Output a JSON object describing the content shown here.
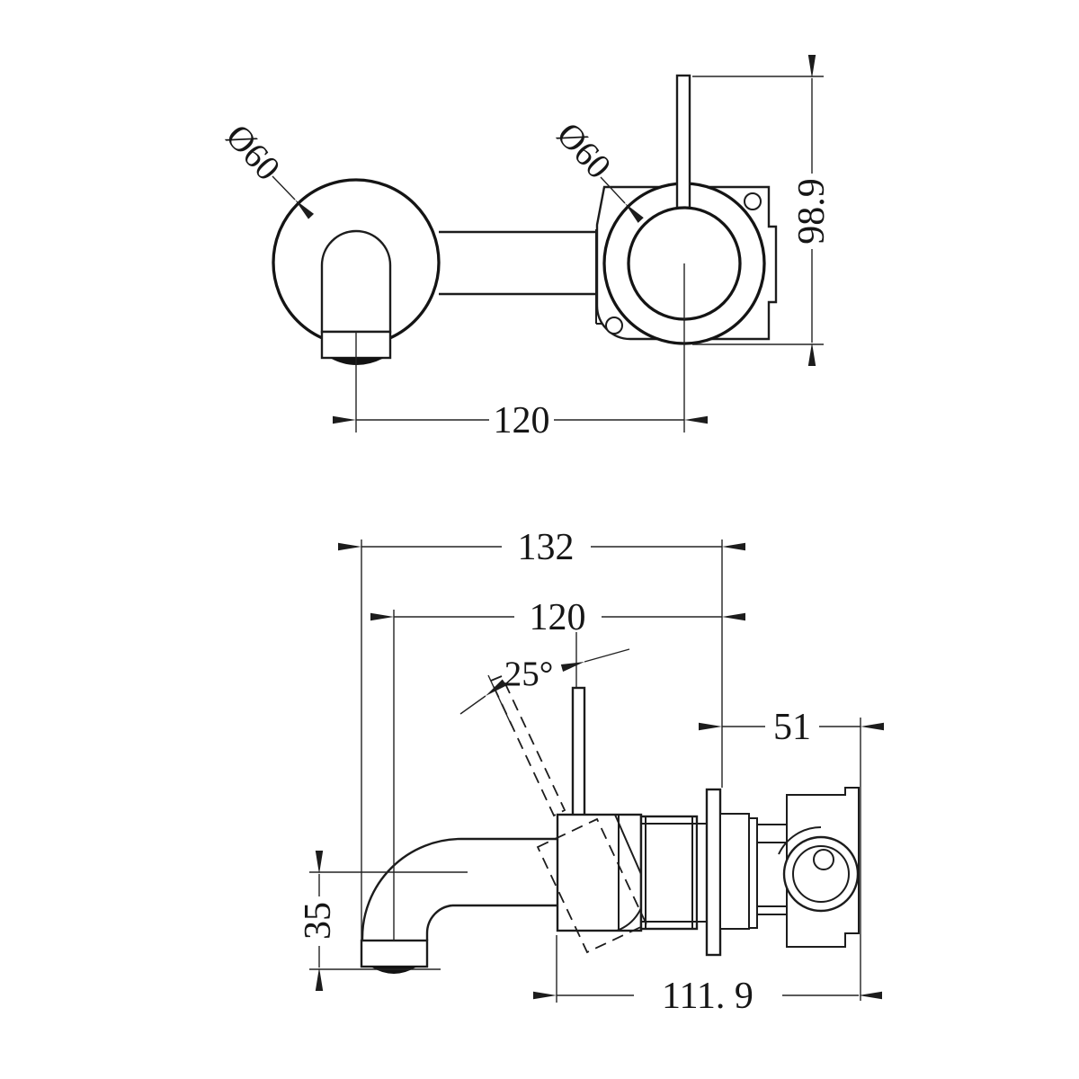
{
  "title": "Wall basin mixer technical dimension drawing",
  "colors": {
    "line": "#1c1c1c",
    "dimension": "#232323",
    "background": "#ffffff"
  },
  "front_view": {
    "spout_diameter_label": "Ø60",
    "handle_diameter_label": "Ø60",
    "height_label": "98.9",
    "center_distance_label": "120"
  },
  "side_view": {
    "overall_depth_label": "132",
    "spout_projection_label": "120",
    "handle_angle_label": "25°",
    "concealed_depth_label": "51",
    "spout_drop_label": "35",
    "body_length_label": "111. 9"
  }
}
